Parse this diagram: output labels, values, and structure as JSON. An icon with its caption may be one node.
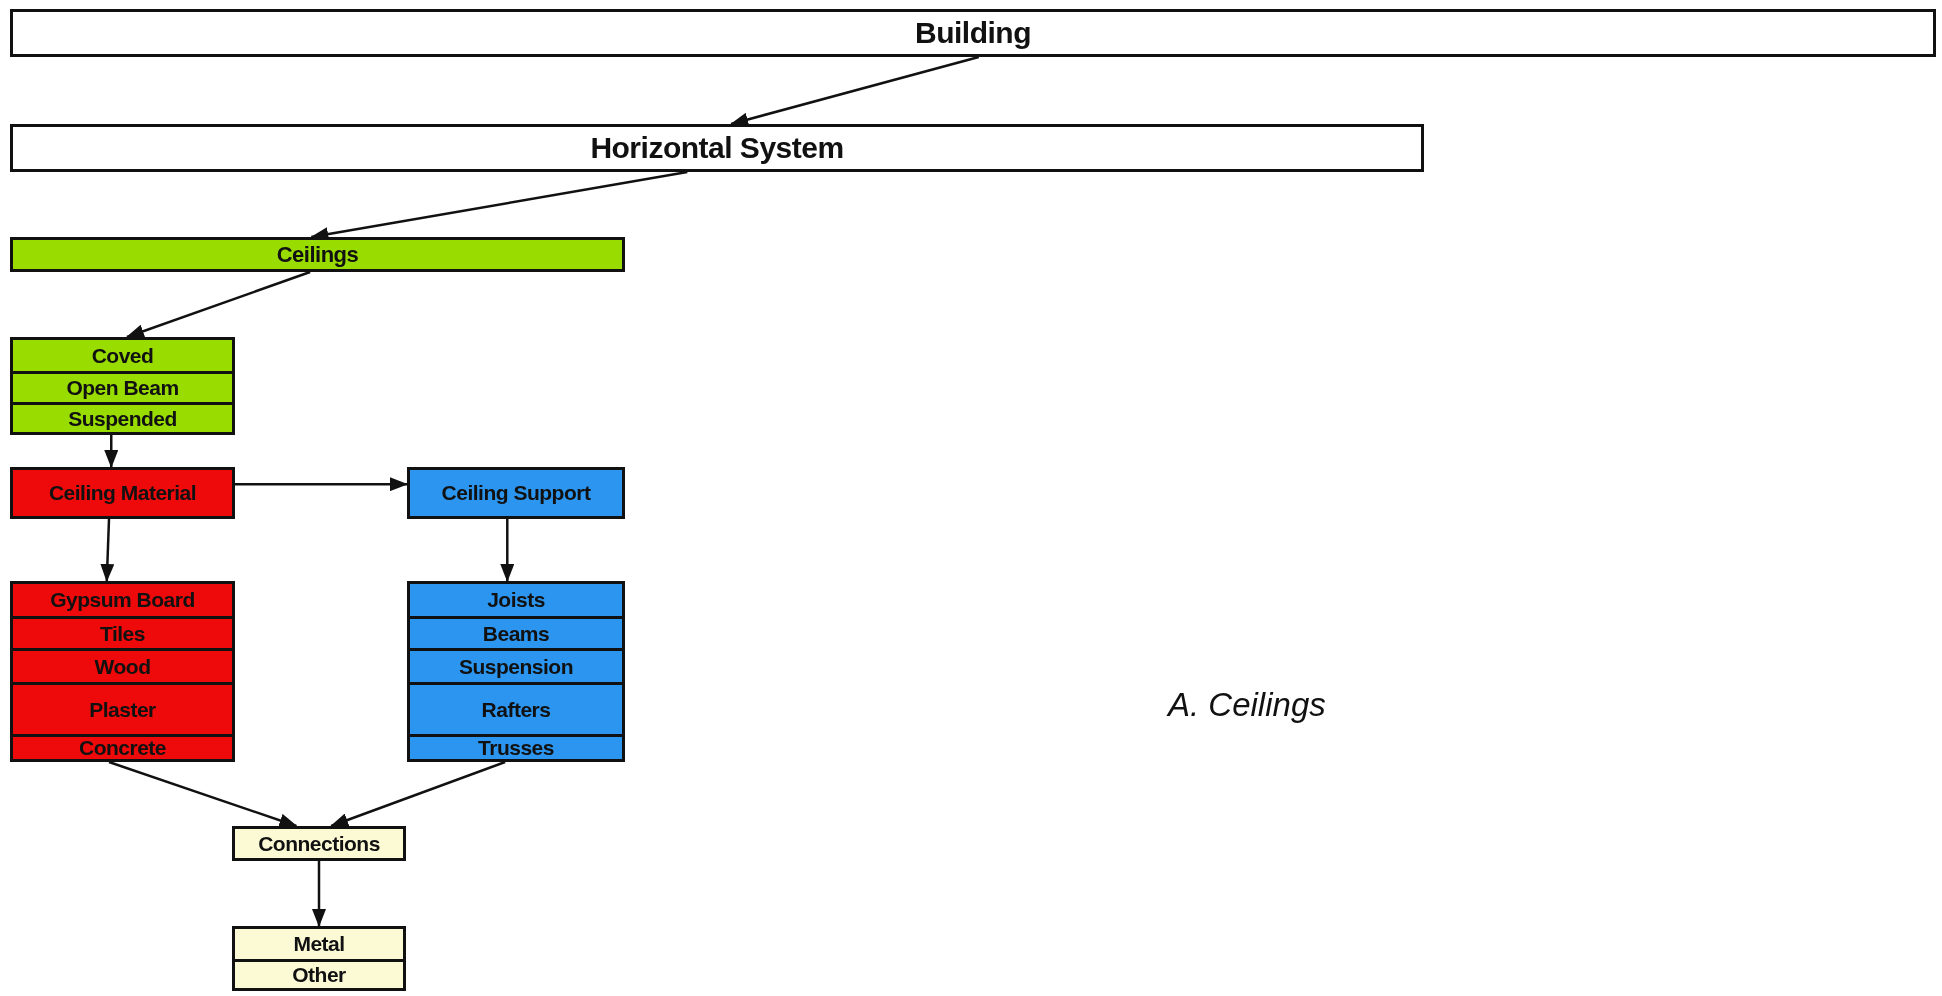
{
  "diagram": {
    "nodes": [
      {
        "text": [
          "Building"
        ]
      },
      {
        "text": [
          "Horizontal System"
        ]
      },
      {
        "text": [
          "Ceilings"
        ]
      },
      {
        "text": [],
        "shape": "box"
      },
      {
        "text": [
          "Coved"
        ],
        "in": 3
      },
      {
        "text": [
          "Open Beam"
        ],
        "in": 3
      },
      {
        "text": [
          "Suspended"
        ],
        "in": 3
      },
      {
        "text": [
          "Ceiling Material"
        ]
      },
      {
        "text": [
          "Ceiling Support"
        ]
      },
      {
        "text": [],
        "shape": "box"
      },
      {
        "text": [
          "Gypsum Board"
        ],
        "in": 9
      },
      {
        "text": [
          "Tiles"
        ],
        "in": 9
      },
      {
        "text": [
          "Wood"
        ],
        "in": 9
      },
      {
        "text": [
          "Plaster"
        ],
        "in": 9
      },
      {
        "text": [
          "Concrete"
        ],
        "in": 9
      },
      {
        "text": [],
        "shape": "box"
      },
      {
        "text": [
          "Joists"
        ],
        "in": 15
      },
      {
        "text": [
          "Beams"
        ],
        "in": 15
      },
      {
        "text": [
          "Suspension"
        ],
        "in": 15
      },
      {
        "text": [
          "Rafters"
        ],
        "in": 15
      },
      {
        "text": [
          "Trusses"
        ],
        "in": 15
      },
      {
        "text": [
          "Connections"
        ]
      },
      {
        "text": [],
        "shape": "box"
      },
      {
        "text": [
          "Metal"
        ],
        "in": 22
      },
      {
        "text": [
          "Other"
        ],
        "in": 22
      }
    ],
    "edges": [
      {
        "from": 0,
        "to": 1,
        "arrow": "to"
      },
      {
        "from": 1,
        "to": 2,
        "arrow": "to"
      },
      {
        "from": 2,
        "to": 3,
        "arrow": "to"
      },
      {
        "from": 3,
        "to": 7,
        "arrow": "to"
      },
      {
        "from": 7,
        "to": 8,
        "arrow": "to"
      },
      {
        "from": 7,
        "to": 9,
        "arrow": "to"
      },
      {
        "from": 8,
        "to": 15,
        "arrow": "to"
      },
      {
        "from": 9,
        "to": 21,
        "arrow": "to"
      },
      {
        "from": 15,
        "to": 21,
        "arrow": "to"
      },
      {
        "from": 21,
        "to": 22,
        "arrow": "to"
      }
    ],
    "labels": [
      "A. Ceilings"
    ]
  }
}
